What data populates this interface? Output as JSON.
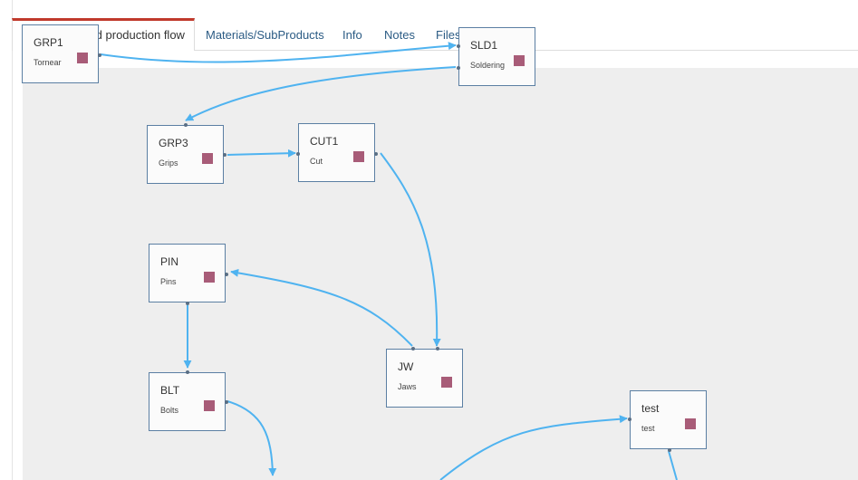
{
  "tabs": [
    {
      "label": "Operations and production flow",
      "active": true
    },
    {
      "label": "Materials/SubProducts",
      "active": false
    },
    {
      "label": "Info",
      "active": false
    },
    {
      "label": "Notes",
      "active": false
    },
    {
      "label": "Files",
      "active": false
    }
  ],
  "colors": {
    "accent": "#c0392b",
    "edge": "#4fb3f0",
    "node_marker": "#a85c78",
    "canvas": "#eeeeee"
  },
  "nodes": {
    "grp1": {
      "code": "GRP1",
      "label": "Tornear"
    },
    "sld1": {
      "code": "SLD1",
      "label": "Soldering"
    },
    "grp3": {
      "code": "GRP3",
      "label": "Grips"
    },
    "cut1": {
      "code": "CUT1",
      "label": "Cut"
    },
    "pin": {
      "code": "PIN",
      "label": "Pins"
    },
    "jw": {
      "code": "JW",
      "label": "Jaws"
    },
    "blt": {
      "code": "BLT",
      "label": "Bolts"
    },
    "test": {
      "code": "test",
      "label": "test"
    }
  },
  "edges": [
    {
      "from": "GRP1",
      "to": "SLD1"
    },
    {
      "from": "SLD1",
      "to": "GRP3"
    },
    {
      "from": "GRP3",
      "to": "CUT1"
    },
    {
      "from": "CUT1",
      "to": "JW"
    },
    {
      "from": "JW",
      "to": "PIN"
    },
    {
      "from": "PIN",
      "to": "BLT"
    }
  ]
}
